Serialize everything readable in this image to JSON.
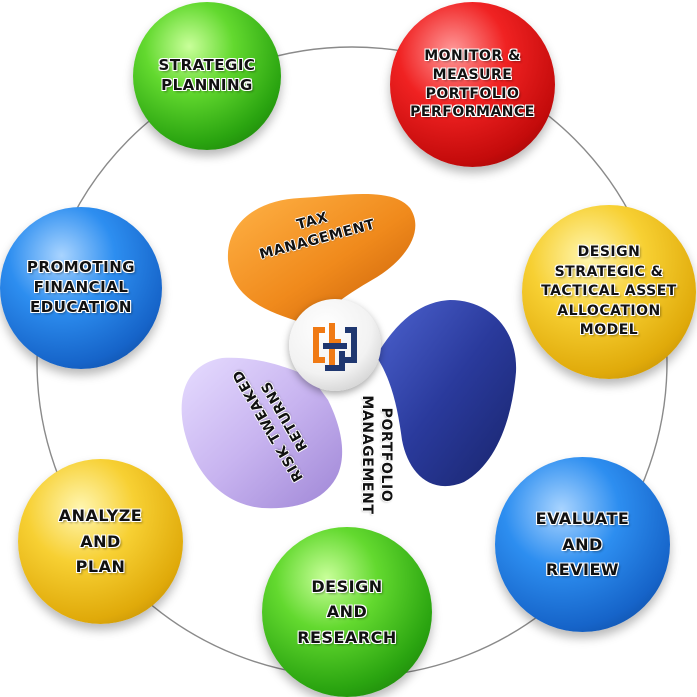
{
  "nodes": {
    "strategic_planning": "STRATEGIC\nPLANNING",
    "monitor": "MONITOR &\nMEASURE\nPORTFOLIO\nPERFORMANCE",
    "promoting": "PROMOTING\nFINANCIAL\nEDUCATION",
    "design_allocation": "DESIGN\nSTRATEGIC &\nTACTICAL ASSET\nALLOCATION\nMODEL",
    "analyze": "ANALYZE\nAND\nPLAN",
    "evaluate": "EVALUATE\nAND\nREVIEW",
    "design_research": "DESIGN\nAND\nRESEARCH"
  },
  "petals": {
    "tax": "TAX\nMANAGEMENT",
    "portfolio": "PORTFOLIO\nMANAGEMENT",
    "risk": "RISK TWEAKED\nRETURNS"
  },
  "colors": {
    "green": "#2aa410",
    "red": "#d41414",
    "yellow": "#f0c020",
    "blue": "#1a6fd6",
    "petal_orange": "#f08a1c",
    "petal_navy": "#2a3a9c",
    "petal_lavender": "#c8b4f0",
    "logo_orange": "#f07a14",
    "logo_navy": "#1f3770"
  },
  "icons": {
    "center": "company-logo-icon"
  }
}
